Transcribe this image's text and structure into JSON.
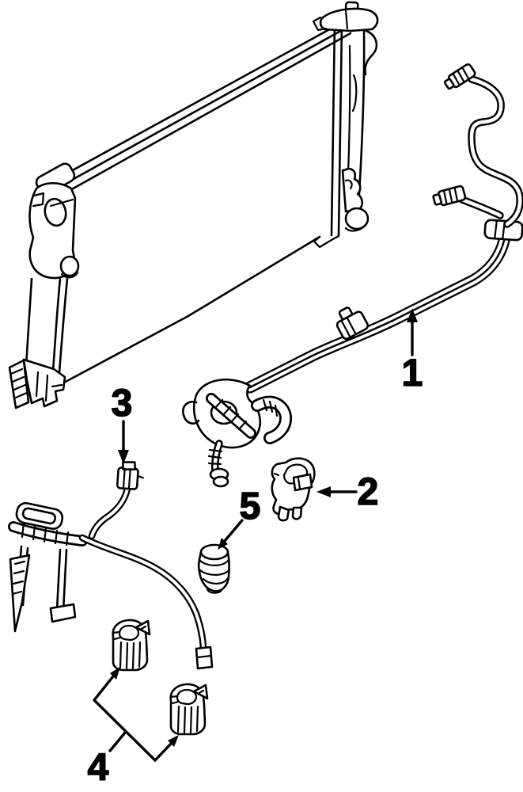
{
  "figure": {
    "background_color": "#ffffff",
    "line_color": "#000000"
  },
  "callouts": {
    "c1": {
      "label": "1"
    },
    "c2": {
      "label": "2"
    },
    "c3": {
      "label": "3"
    },
    "c4": {
      "label": "4"
    },
    "c5": {
      "label": "5"
    }
  }
}
